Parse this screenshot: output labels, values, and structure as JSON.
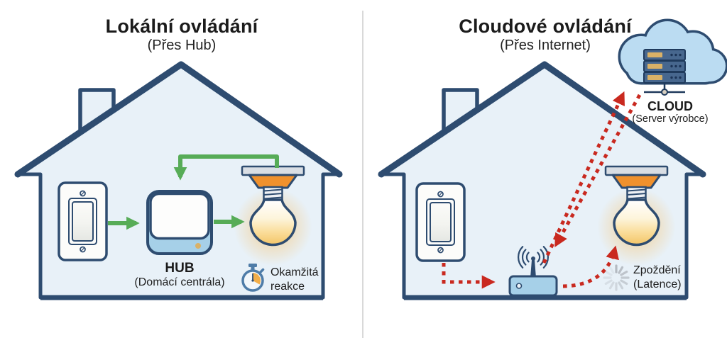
{
  "colors": {
    "navy": "#2e4c70",
    "houseFill": "#e8f1f8",
    "green": "#57ac57",
    "red": "#c9291f",
    "orange": "#f0912d",
    "deviceBlue": "#a6d0e8",
    "cloudFill": "#bbdcf2",
    "serverBlue": "#47678e",
    "serverSlot": "#d9b167",
    "plateGray": "#d9dee4",
    "spinnerGray": "#b4bac1",
    "stopwatchBlue": "#4e7ca8",
    "stopwatchOrange": "#f2ae49",
    "bulbWarm": "#f3c567",
    "divider": "#d9d9d9",
    "textDark": "#1b1b1b"
  },
  "left_panel": {
    "title": "Lokální ovládání",
    "subtitle": "(Přes Hub)",
    "hub": {
      "label": "HUB",
      "sublabel": "(Domácí centrála)"
    },
    "reaction": {
      "label": "Okamžitá reakce"
    }
  },
  "right_panel": {
    "title": "Cloudové ovládání",
    "subtitle": "(Přes Internet)",
    "cloud": {
      "label": "CLOUD",
      "sublabel": "(Server výrobce)"
    },
    "latency": {
      "label": "Zpoždění",
      "sublabel": "(Latence)"
    }
  }
}
